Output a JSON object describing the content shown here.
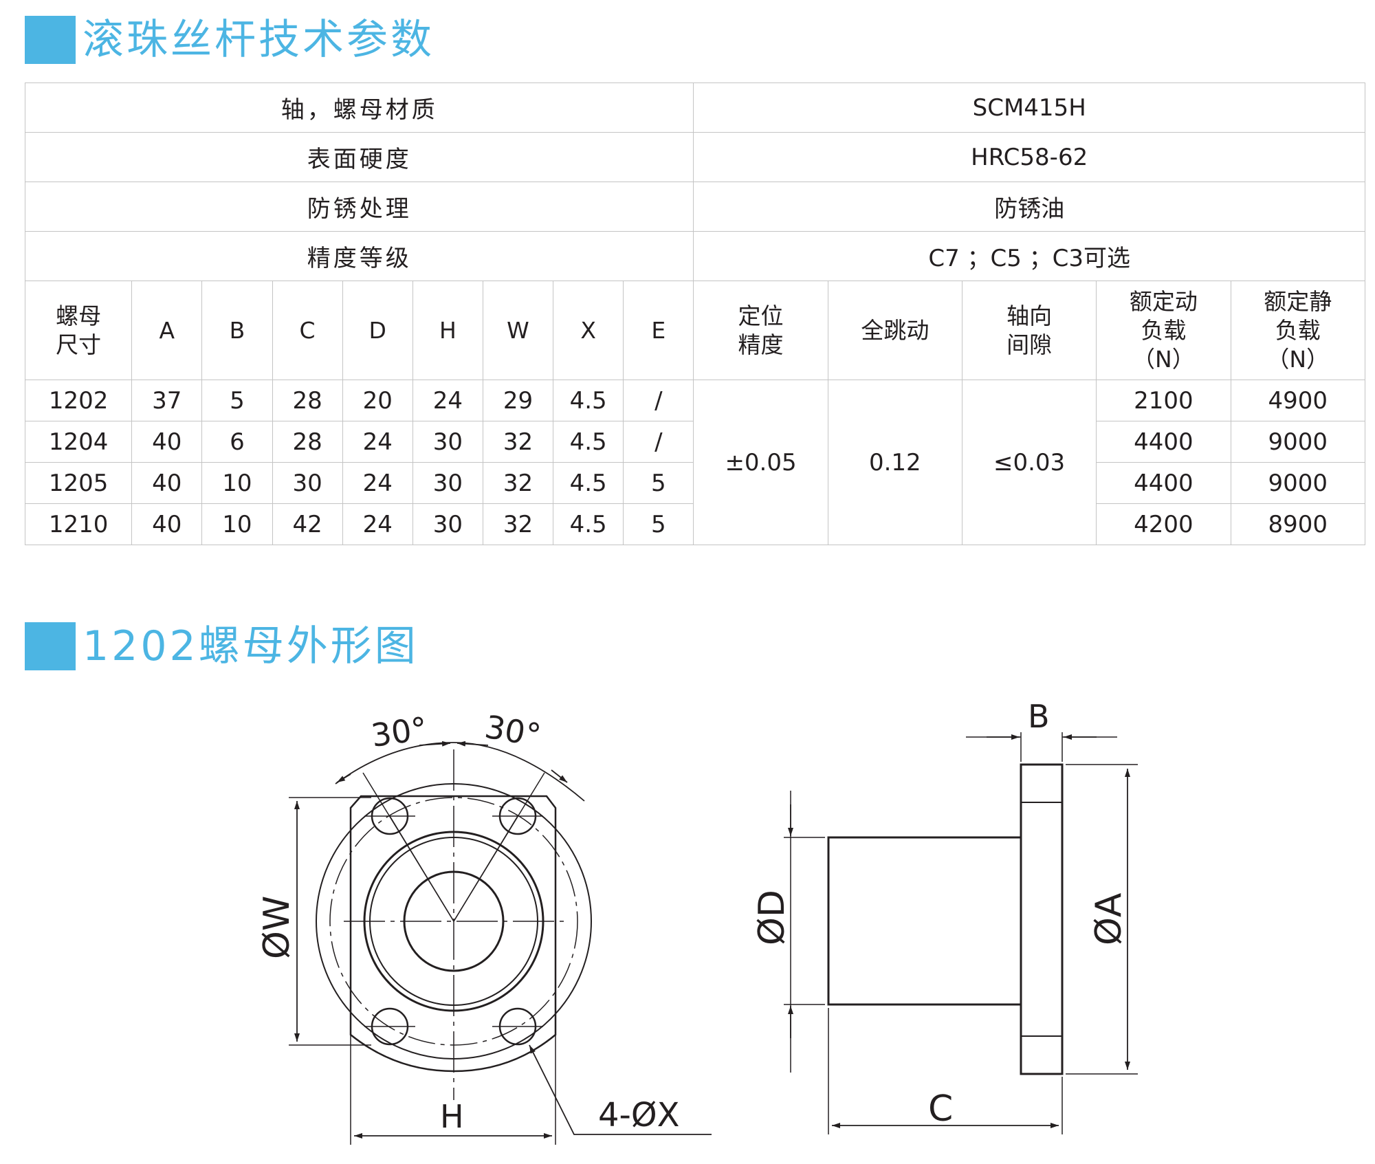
{
  "section1": {
    "title": "滚珠丝杆技术参数"
  },
  "section2": {
    "title": "1202螺母外形图"
  },
  "properties": [
    {
      "label": "轴，螺母材质",
      "value": "SCM415H"
    },
    {
      "label": "表面硬度",
      "value": "HRC58-62"
    },
    {
      "label": "防锈处理",
      "value": "防锈油"
    },
    {
      "label": "精度等级",
      "value": "C7 ；C5 ；C3可选"
    }
  ],
  "headers": {
    "size": "螺母尺寸",
    "A": "A",
    "B": "B",
    "C": "C",
    "D": "D",
    "H": "H",
    "W": "W",
    "X": "X",
    "E": "E",
    "positioning": "定位精度",
    "runout": "全跳动",
    "backlash": "轴向间隙",
    "dynamic_load": "额定动负载（N）",
    "static_load": "额定静负载（N）"
  },
  "rows": [
    {
      "size": "1202",
      "A": "37",
      "B": "5",
      "C": "28",
      "D": "20",
      "H": "24",
      "W": "29",
      "X": "4.5",
      "E": "/",
      "dynamic": "2100",
      "static": "4900"
    },
    {
      "size": "1204",
      "A": "40",
      "B": "6",
      "C": "28",
      "D": "24",
      "H": "30",
      "W": "32",
      "X": "4.5",
      "E": "/",
      "dynamic": "4400",
      "static": "9000"
    },
    {
      "size": "1205",
      "A": "40",
      "B": "10",
      "C": "30",
      "D": "24",
      "H": "30",
      "W": "32",
      "X": "4.5",
      "E": "5",
      "dynamic": "4400",
      "static": "9000"
    },
    {
      "size": "1210",
      "A": "40",
      "B": "10",
      "C": "42",
      "D": "24",
      "H": "30",
      "W": "32",
      "X": "4.5",
      "E": "5",
      "dynamic": "4200",
      "static": "8900"
    }
  ],
  "shared": {
    "positioning": "±0.05",
    "runout": "0.12",
    "backlash": "≤0.03"
  },
  "drawing_labels": {
    "angle_left": "30°",
    "angle_right": "30°",
    "dim_W": "ØW",
    "dim_H": "H",
    "dim_X": "4-ØX",
    "dim_B": "B",
    "dim_D": "ØD",
    "dim_A": "ØA",
    "dim_C": "C"
  },
  "colors": {
    "accent": "#4cb5e3",
    "border": "#c4c4c4",
    "ink": "#231f20"
  }
}
